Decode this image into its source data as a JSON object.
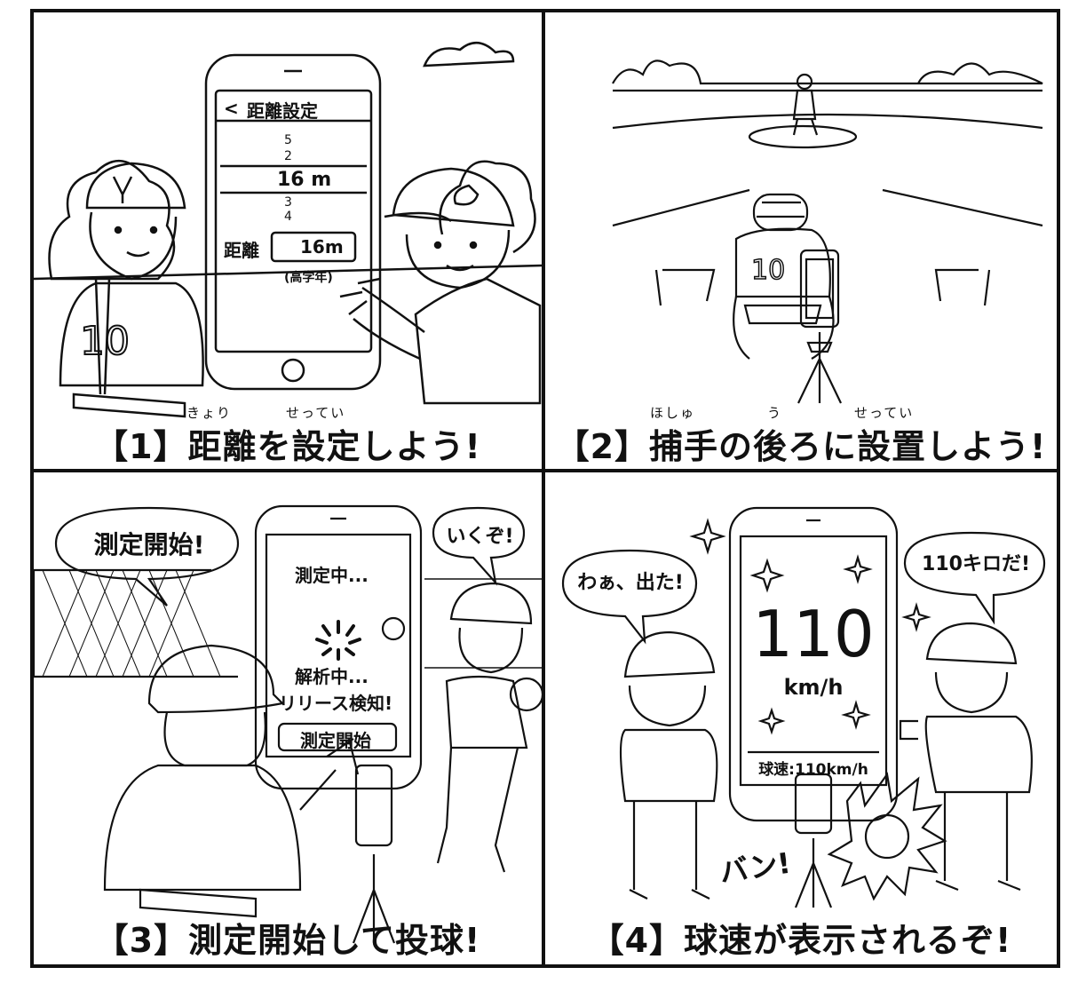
{
  "panel1": {
    "caption": "【1】距離を設定しよう!",
    "ruby_kyori": "きょり",
    "ruby_settei": "せってい",
    "phone": {
      "back": "<",
      "title": "距離設定",
      "wheel": [
        "5",
        "2",
        "16 m",
        "3",
        "4"
      ],
      "distance_label": "距離",
      "distance_value": "16m",
      "note": "(高学年)"
    }
  },
  "panel2": {
    "caption": "【2】捕手の後ろに設置しよう!",
    "ruby_hoshu": "ほしゅ",
    "ruby_u": "う",
    "ruby_settei": "せってい",
    "jersey": "10"
  },
  "panel3": {
    "caption": "【3】測定開始して投球!",
    "bubble_left": "測定開始!",
    "bubble_right": "いくぞ!",
    "phone": {
      "measuring": "測定中...",
      "analyzing": "解析中...",
      "release": "リリース検知!",
      "button": "測定開始"
    }
  },
  "panel4": {
    "caption": "【4】球速が表示されるぞ!",
    "bubble_left": "わぁ、出た!",
    "bubble_right": "110キロだ!",
    "sfx": "バン!",
    "phone": {
      "speed": "110",
      "unit": "km/h",
      "footer": "球速:110km/h"
    }
  }
}
